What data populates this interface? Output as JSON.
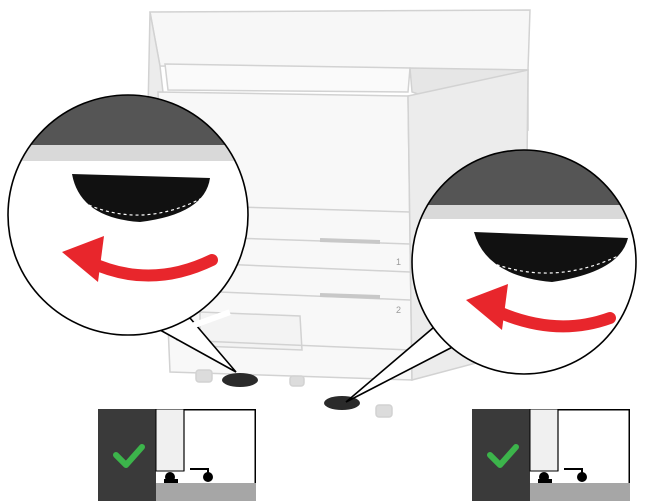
{
  "illustration": {
    "tray_labels": [
      "1",
      "2"
    ],
    "arrow_color": "#e8262c",
    "check_color": "#3cb44b",
    "callouts": [
      {
        "name": "left-leveling-foot",
        "rotation": "counterclockwise"
      },
      {
        "name": "right-leveling-foot",
        "rotation": "counterclockwise"
      }
    ],
    "result_panels": [
      {
        "name": "left-result",
        "status": "check-icon"
      },
      {
        "name": "right-result",
        "status": "check-icon"
      }
    ]
  }
}
